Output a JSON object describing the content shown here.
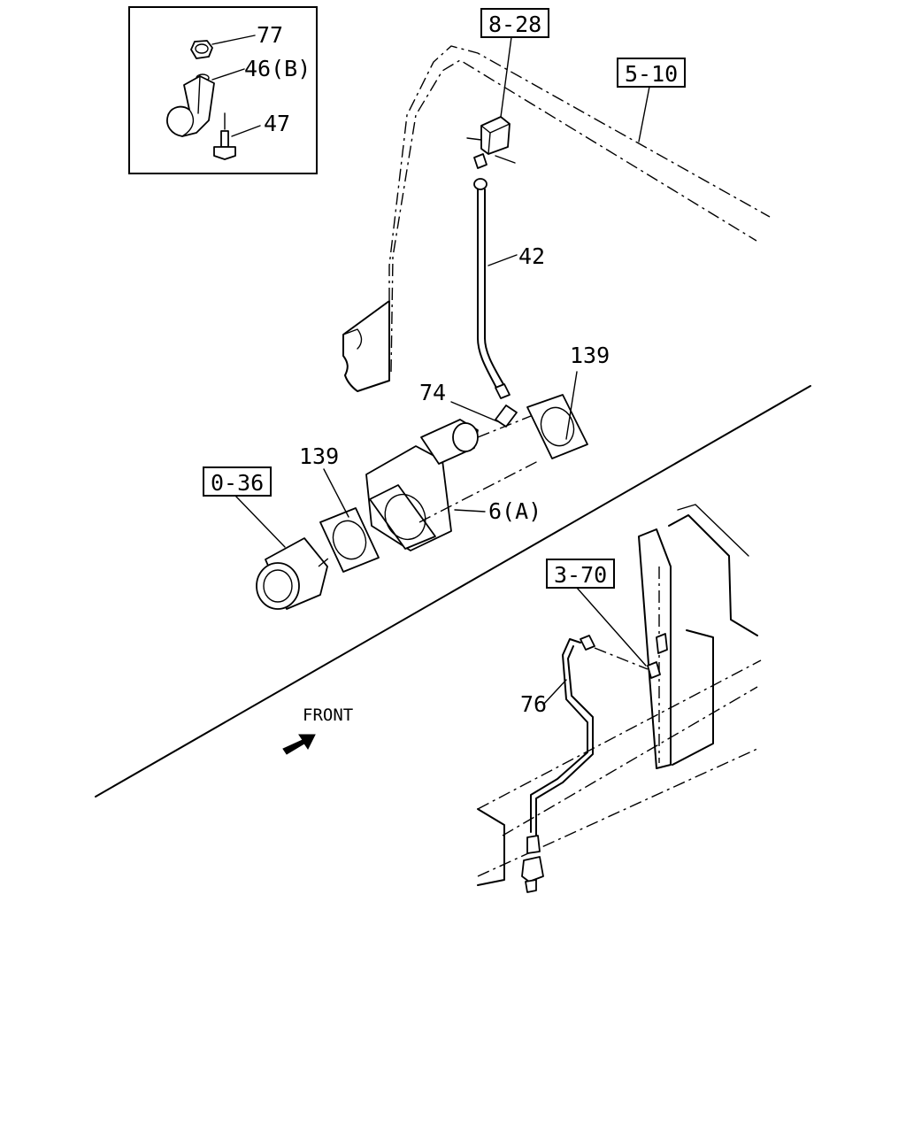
{
  "labels": {
    "inset_nut": "77",
    "inset_clamp": "46(B)",
    "inset_bolt": "47",
    "ref_top": "8-28",
    "ref_frame": "5-10",
    "hose": "42",
    "gasket_right": "139",
    "fitting": "74",
    "gasket_left": "139",
    "ref_left": "0-36",
    "valve": "6(A)",
    "ref_lower": "3-70",
    "pipe": "76",
    "front": "FRONT"
  },
  "colors": {
    "ink": "#000000",
    "paper": "#ffffff"
  },
  "icons": {
    "front_arrow": "arrow-up-right-icon"
  }
}
